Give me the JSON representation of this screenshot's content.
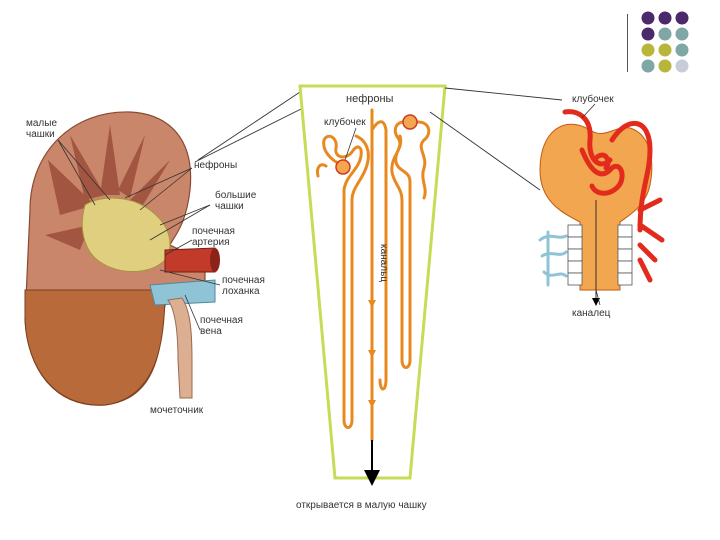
{
  "labels": {
    "kidney_minor_calyces": "малые\nчашки",
    "kidney_nephrons": "нефроны",
    "kidney_major_calyces": "большие\nчашки",
    "kidney_renal_artery": "почечная\nартерия",
    "kidney_renal_pelvis": "почечная\nлоханка",
    "kidney_renal_vein": "почечная\nвена",
    "kidney_ureter": "мочеточник",
    "pyramid_nephrons": "нефроны",
    "pyramid_glomerulus": "клубочек",
    "pyramid_duct": "канальц",
    "pyramid_opening": "открывается в малую чашку",
    "detail_glomerulus": "клубочек",
    "detail_tubule": "каналец"
  },
  "colors": {
    "dot_purple": "#4b2a6b",
    "dot_teal": "#7fa7a3",
    "dot_olive": "#b8b63a",
    "dot_light": "#c8ccd6",
    "tubule_orange": "#e8891f",
    "vessel_red": "#e22b1c",
    "pyramid_outline": "#c6dc57",
    "kidney_cortex": "#c9866a",
    "vein_blue": "#8ec4d6"
  },
  "icons": {
    "corner_decoration": "dot-grid-icon",
    "flow_arrow": "arrow-down-icon"
  }
}
